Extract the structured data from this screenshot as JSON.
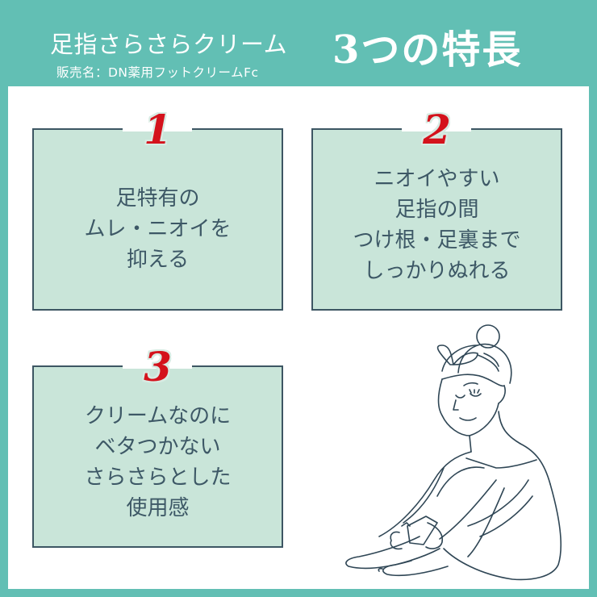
{
  "header": {
    "product_name": "足指さらさらクリーム",
    "sales_name": "販売名：DN薬用フットクリームFc",
    "headline": "3つの特長"
  },
  "features": [
    {
      "number": "1",
      "lines": [
        "足特有の",
        "ムレ・ニオイを",
        "抑える"
      ]
    },
    {
      "number": "2",
      "lines": [
        "ニオイやすい",
        "足指の間",
        "つけ根・足裏まで",
        "しっかりぬれる"
      ]
    },
    {
      "number": "3",
      "lines": [
        "クリームなのに",
        "ベタつかない",
        "さらさらとした",
        "使用感"
      ]
    }
  ],
  "illustration": {
    "icon": "woman-applying-foot-cream-illustration"
  },
  "colors": {
    "frame": "#62bfb4",
    "box_fill": "#c9e5d9",
    "box_border": "#3d5663",
    "numeral": "#d4121c",
    "text": "#3d5866"
  }
}
